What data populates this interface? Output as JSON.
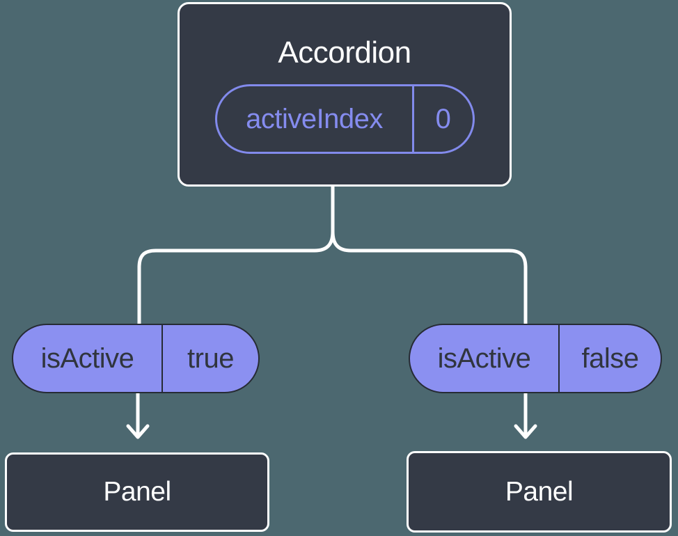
{
  "diagram": {
    "type": "component-tree",
    "root": {
      "title": "Accordion",
      "state_pill": {
        "label": "activeIndex",
        "value": "0"
      }
    },
    "edges": [
      {
        "from": "Accordion",
        "to": "Panel",
        "prop": {
          "label": "isActive",
          "value": "true"
        }
      },
      {
        "from": "Accordion",
        "to": "Panel",
        "prop": {
          "label": "isActive",
          "value": "false"
        }
      }
    ],
    "children": [
      {
        "title": "Panel"
      },
      {
        "title": "Panel"
      }
    ],
    "colors": {
      "background": "#4C6870",
      "node_fill": "#343A46",
      "node_border": "#FFFFFF",
      "node_text": "#FFFFFF",
      "pill_fill": "#8B90F1",
      "pill_outline": "#828AEC",
      "pill_dark_text": "#30353E",
      "connector": "#FFFFFF"
    }
  }
}
